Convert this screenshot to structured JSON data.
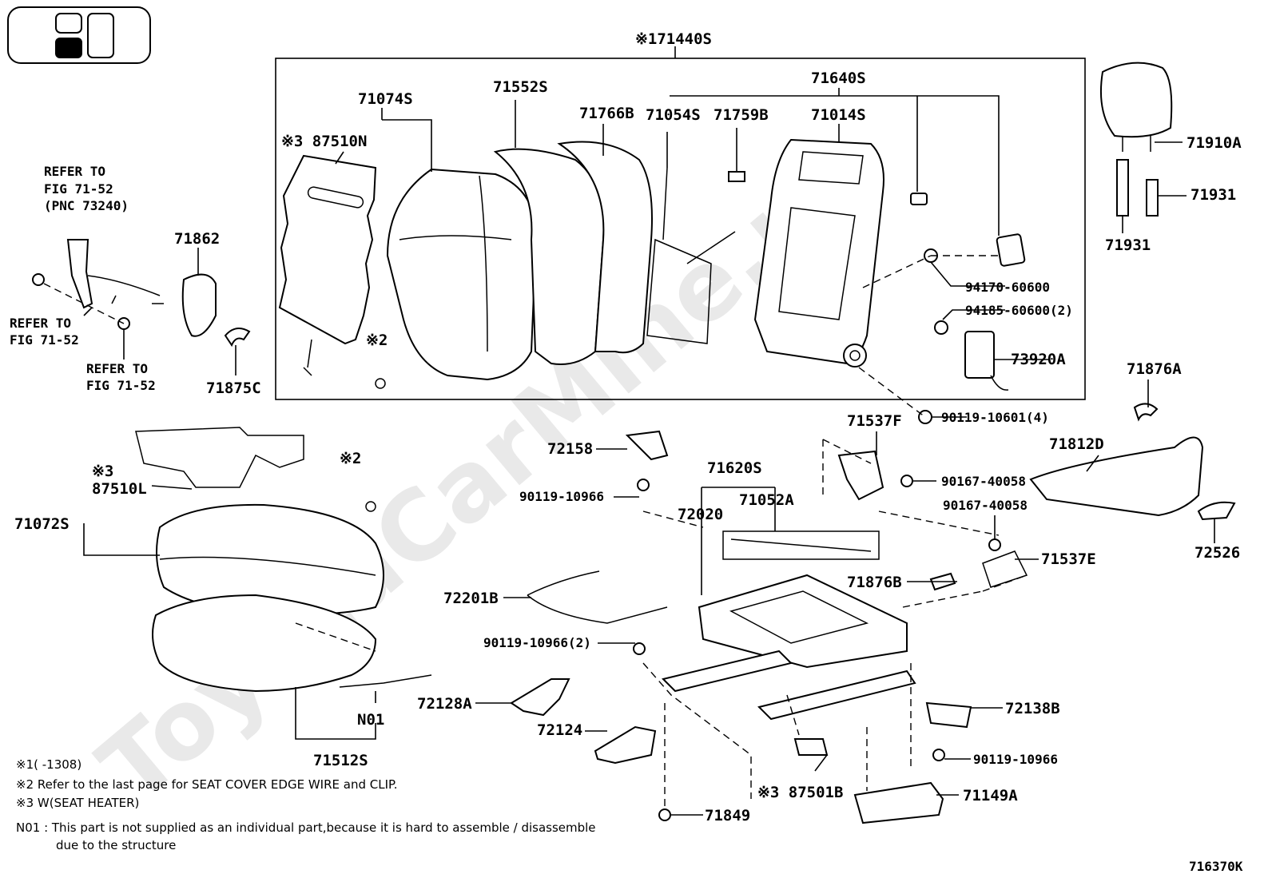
{
  "watermark": "ToyotaCarMine.ru",
  "figure_code": "716370K",
  "group_label": "※171440S",
  "labels": {
    "p71074S": "71074S",
    "p87510N": "※3 87510N",
    "p71552S": "71552S",
    "p71766B": "71766B",
    "p71054S": "71054S",
    "p71759B": "71759B",
    "p71640S": "71640S",
    "p71014S": "71014S",
    "p9417060600": "94170-60600",
    "p9418560600": "94185-60600(2)",
    "p73920A": "73920A",
    "p9011910601": "90119-10601(4)",
    "p71910A": "71910A",
    "p71931a": "71931",
    "p71931b": "71931",
    "p71862": "71862",
    "p71875C": "71875C",
    "note2a": "※2",
    "note2b": "※2",
    "p87510L": "※3\n87510L",
    "p71072S": "71072S",
    "p72158": "72158",
    "p9011910966a": "90119-10966",
    "p71620S": "71620S",
    "p72020": "72020",
    "p71052A": "71052A",
    "p71537F": "71537F",
    "p9016740058a": "90167-40058",
    "p9016740058b": "90167-40058",
    "p71876A": "71876A",
    "p71812D": "71812D",
    "p72526": "72526",
    "p71537E": "71537E",
    "p71876B": "71876B",
    "p72201B": "72201B",
    "p9011910966b": "90119-10966(2)",
    "p72128A": "72128A",
    "p72124": "72124",
    "p72138B": "72138B",
    "p9011910966c": "90119-10966",
    "pN01": "N01",
    "p71512S": "71512S",
    "p87501B": "※3 87501B",
    "p71149A": "71149A",
    "p71849": "71849"
  },
  "refer1": [
    "REFER TO",
    "FIG 71-52",
    "(PNC 73240)"
  ],
  "refer2": [
    "REFER TO",
    "FIG 71-52"
  ],
  "refer3": [
    "REFER TO",
    "FIG 71-52"
  ],
  "notes": [
    "※1(    -1308)",
    "※2 Refer to the last page for SEAT COVER EDGE WIRE and CLIP.",
    "※3 W(SEAT HEATER)",
    "N01 : This part is not supplied as an individual part,because it is hard to assemble / disassemble",
    "due to the structure"
  ]
}
